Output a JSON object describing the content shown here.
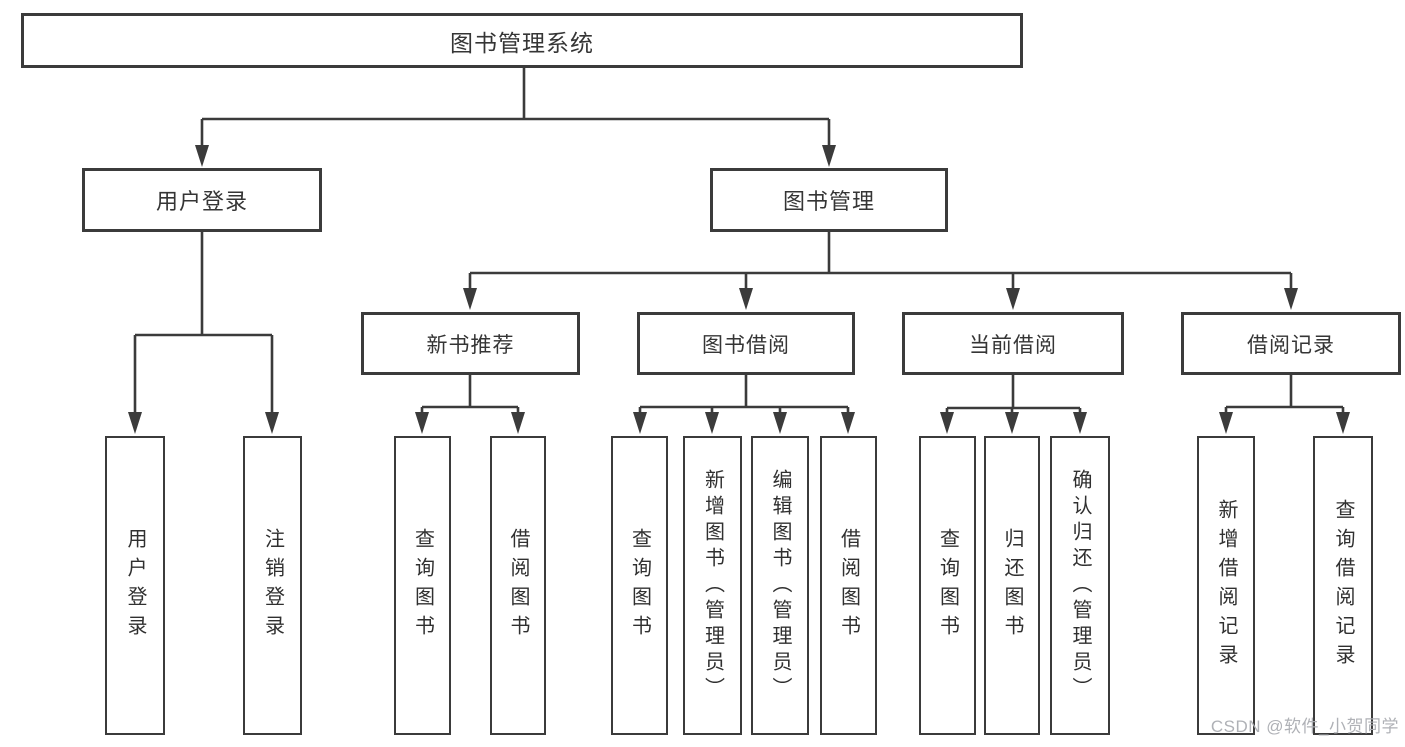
{
  "diagram": {
    "title": "图书管理系统",
    "level2": [
      {
        "label": "用户登录"
      },
      {
        "label": "图书管理"
      }
    ],
    "level3": [
      {
        "label": "新书推荐"
      },
      {
        "label": "图书借阅"
      },
      {
        "label": "当前借阅"
      },
      {
        "label": "借阅记录"
      }
    ],
    "leaves": [
      {
        "label": "用户登录",
        "parent": "用户登录"
      },
      {
        "label": "注销登录",
        "parent": "用户登录"
      },
      {
        "label": "查询图书",
        "parent": "新书推荐"
      },
      {
        "label": "借阅图书",
        "parent": "新书推荐"
      },
      {
        "label": "查询图书",
        "parent": "图书借阅"
      },
      {
        "label": "新增图书（管理员）",
        "parent": "图书借阅"
      },
      {
        "label": "编辑图书（管理员）",
        "parent": "图书借阅"
      },
      {
        "label": "借阅图书",
        "parent": "图书借阅"
      },
      {
        "label": "查询图书",
        "parent": "当前借阅"
      },
      {
        "label": "归还图书",
        "parent": "当前借阅"
      },
      {
        "label": "确认归还（管理员）",
        "parent": "当前借阅"
      },
      {
        "label": "新增借阅记录",
        "parent": "借阅记录"
      },
      {
        "label": "查询借阅记录",
        "parent": "借阅记录"
      }
    ],
    "watermark": "CSDN @软件_小贺同学",
    "colors": {
      "line": "#3b3b3b",
      "text": "#353535",
      "watermark": "#abadb2",
      "background": "#ffffff"
    }
  }
}
